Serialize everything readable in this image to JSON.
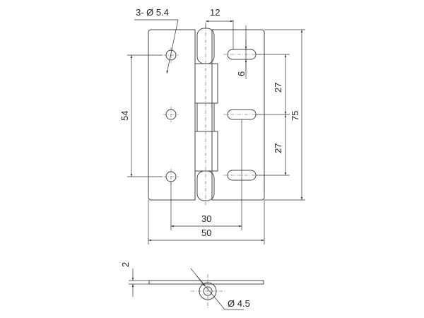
{
  "dimensions": {
    "hole_spec": "3- Ø 5.4",
    "slot_offset": "12",
    "slot_width": "6",
    "left_hole_pitch": "54",
    "right_pitch_top": "27",
    "right_pitch_bottom": "27",
    "overall_height": "75",
    "inner_width": "30",
    "overall_width": "50",
    "thickness": "2",
    "pin_diameter": "Ø 4.5"
  },
  "icons": {
    "slot_shape": "slot-hole-icon",
    "round_hole": "round-hole-icon",
    "arrow": "dimension-arrow-icon"
  }
}
